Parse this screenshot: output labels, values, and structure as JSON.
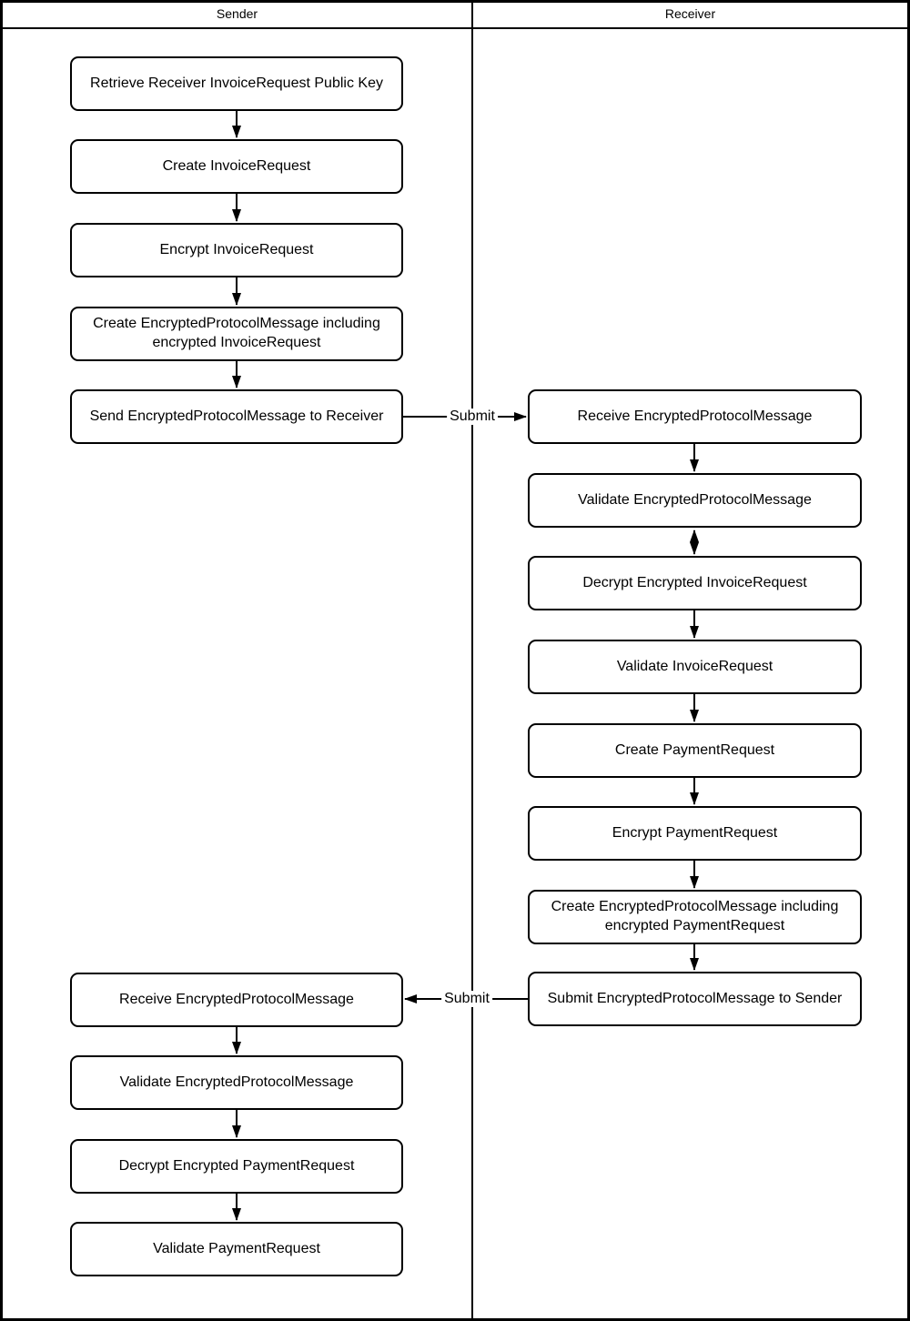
{
  "lanes": {
    "sender": "Sender",
    "receiver": "Receiver"
  },
  "sender_steps": [
    "Retrieve Receiver InvoiceRequest Public Key",
    "Create InvoiceRequest",
    "Encrypt InvoiceRequest",
    "Create EncryptedProtocolMessage including encrypted InvoiceRequest",
    "Send EncryptedProtocolMessage to Receiver",
    "Receive EncryptedProtocolMessage",
    "Validate EncryptedProtocolMessage",
    "Decrypt Encrypted PaymentRequest",
    "Validate PaymentRequest"
  ],
  "receiver_steps": [
    "Receive EncryptedProtocolMessage",
    "Validate EncryptedProtocolMessage",
    "Decrypt Encrypted InvoiceRequest",
    "Validate InvoiceRequest",
    "Create PaymentRequest",
    "Encrypt PaymentRequest",
    "Create EncryptedProtocolMessage including encrypted PaymentRequest",
    "Submit EncryptedProtocolMessage to Sender"
  ],
  "edge_labels": {
    "send_to_receiver": "Submit",
    "submit_to_sender": "Submit"
  },
  "edges": [
    {
      "from": "Send EncryptedProtocolMessage to Receiver",
      "to": "Receive EncryptedProtocolMessage",
      "label": "Submit",
      "direction": "sender-to-receiver"
    },
    {
      "from": "Validate EncryptedProtocolMessage",
      "to": "Decrypt Encrypted InvoiceRequest",
      "label": "",
      "direction": "bidirectional"
    },
    {
      "from": "Submit EncryptedProtocolMessage to Sender",
      "to": "Receive EncryptedProtocolMessage",
      "label": "Submit",
      "direction": "receiver-to-sender"
    }
  ],
  "colors": {
    "line": "#000000",
    "node_fill": "#ffffff",
    "node_border": "#000000",
    "text": "#000000",
    "background": "#ffffff"
  }
}
